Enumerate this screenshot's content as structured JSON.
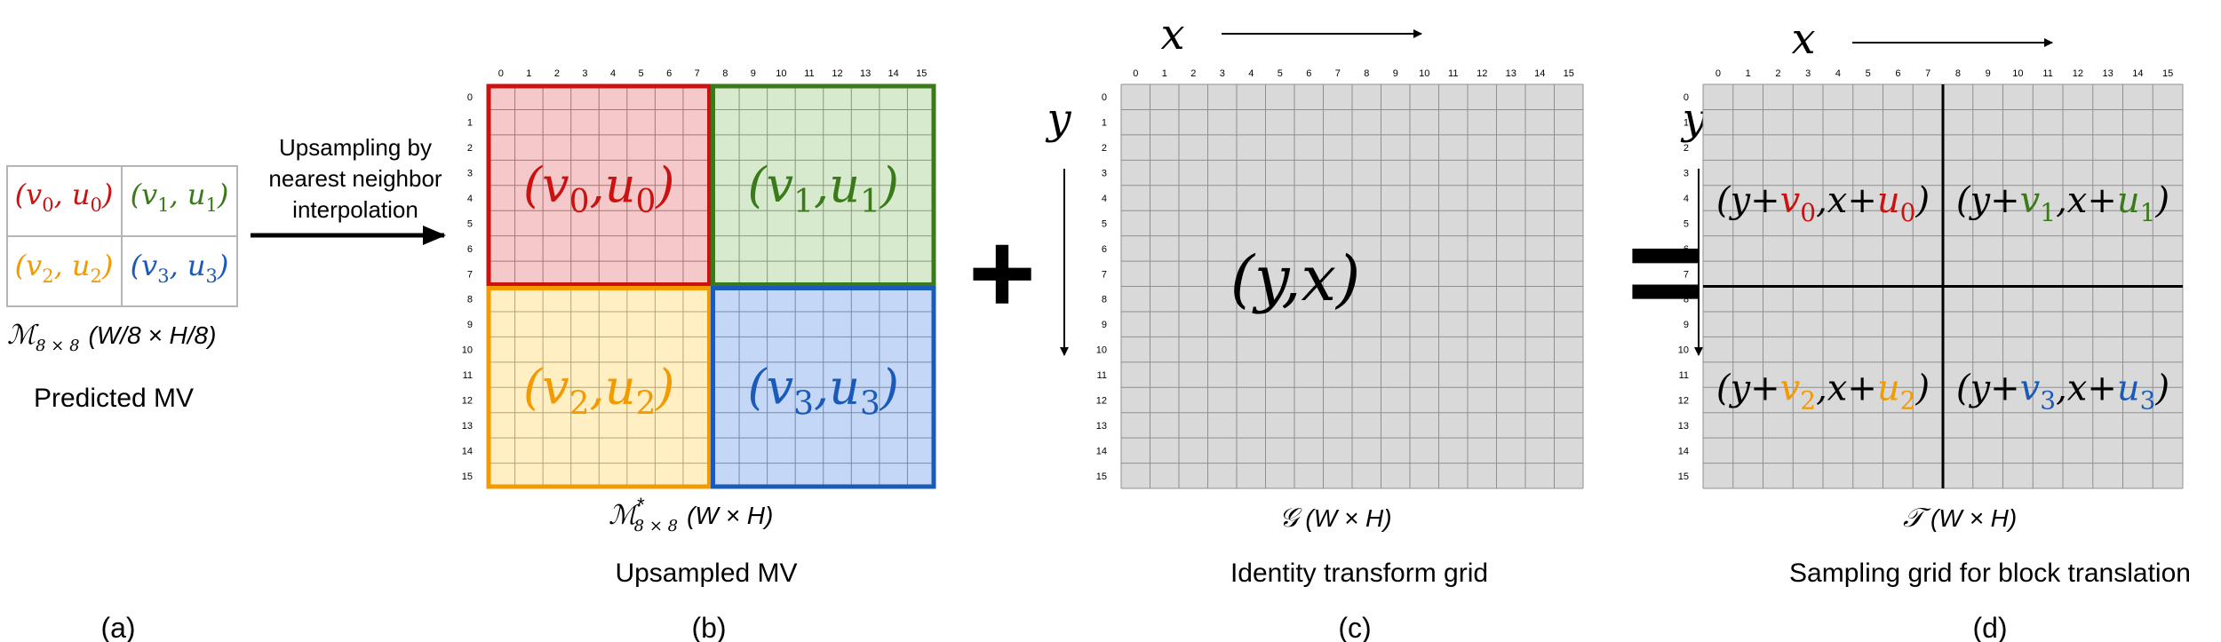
{
  "colors": {
    "red": "#cc1111",
    "green": "#3a7a1a",
    "orange": "#f39a00",
    "blue": "#1a5ab8",
    "grid_fill": "#d9d9d9"
  },
  "ticks": [
    "0",
    "1",
    "2",
    "3",
    "4",
    "5",
    "6",
    "7",
    "8",
    "9",
    "10",
    "11",
    "12",
    "13",
    "14",
    "15"
  ],
  "panel_a": {
    "cells": [
      {
        "v": "v",
        "vs": "0",
        "u": "u",
        "us": "0",
        "color": "red"
      },
      {
        "v": "v",
        "vs": "1",
        "u": "u",
        "us": "1",
        "color": "green"
      },
      {
        "v": "v",
        "vs": "2",
        "u": "u",
        "us": "2",
        "color": "orange"
      },
      {
        "v": "v",
        "vs": "3",
        "u": "u",
        "us": "3",
        "color": "blue"
      }
    ],
    "matrix_symbol": "ℳ",
    "matrix_sub": "8 × 8",
    "matrix_dims": "(W/8 × H/8)",
    "caption": "Predicted MV",
    "letter": "(a)"
  },
  "arrow_label": [
    "Upsampling by",
    "nearest neighbor",
    "interpolation"
  ],
  "panel_b": {
    "matrix_symbol": "ℳ",
    "matrix_sup": "*",
    "matrix_sub": "8 × 8",
    "matrix_dims": "(W × H)",
    "caption": "Upsampled MV",
    "letter": "(b)"
  },
  "operator_plus": "+",
  "panel_c": {
    "axis_x": "x",
    "axis_y": "y",
    "center_label": "(y,x)",
    "grid_symbol": "𝒢",
    "grid_dims": "(W × H)",
    "caption": "Identity transform grid",
    "letter": "(c)"
  },
  "operator_equals": "=",
  "panel_d": {
    "axis_x": "x",
    "axis_y": "y",
    "quadrants": [
      {
        "label": "(y+v0,x+u0)",
        "color": "red"
      },
      {
        "label": "(y+v1,x+u1)",
        "color": "green"
      },
      {
        "label": "(y+v2,x+u2)",
        "color": "orange"
      },
      {
        "label": "(y+v3,x+u3)",
        "color": "blue"
      }
    ],
    "grid_symbol": "𝒯",
    "grid_dims": "(W × H)",
    "caption": "Sampling grid for block translation",
    "letter": "(d)"
  }
}
